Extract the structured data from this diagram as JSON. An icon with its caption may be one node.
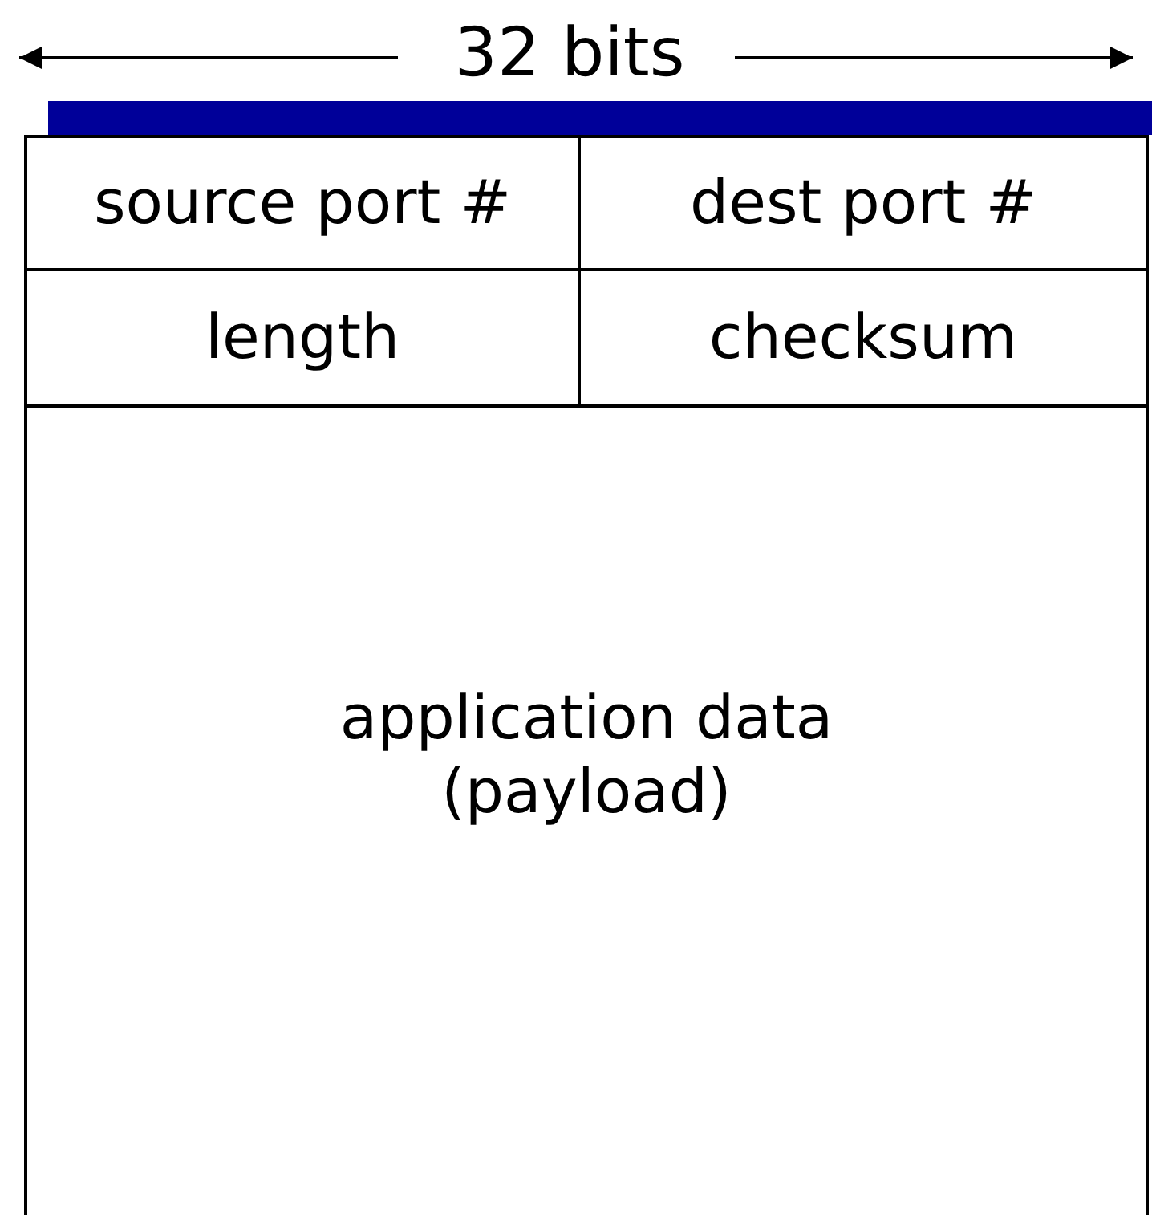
{
  "diagram": {
    "nodes": [
      {
        "text": [
          "source port #"
        ]
      },
      {
        "text": [
          "dest port #"
        ]
      },
      {
        "text": [
          "length"
        ]
      },
      {
        "text": [
          "checksum"
        ]
      },
      {
        "text": [
          "application data (payload)"
        ]
      }
    ],
    "labels": [
      "32 bits"
    ]
  }
}
